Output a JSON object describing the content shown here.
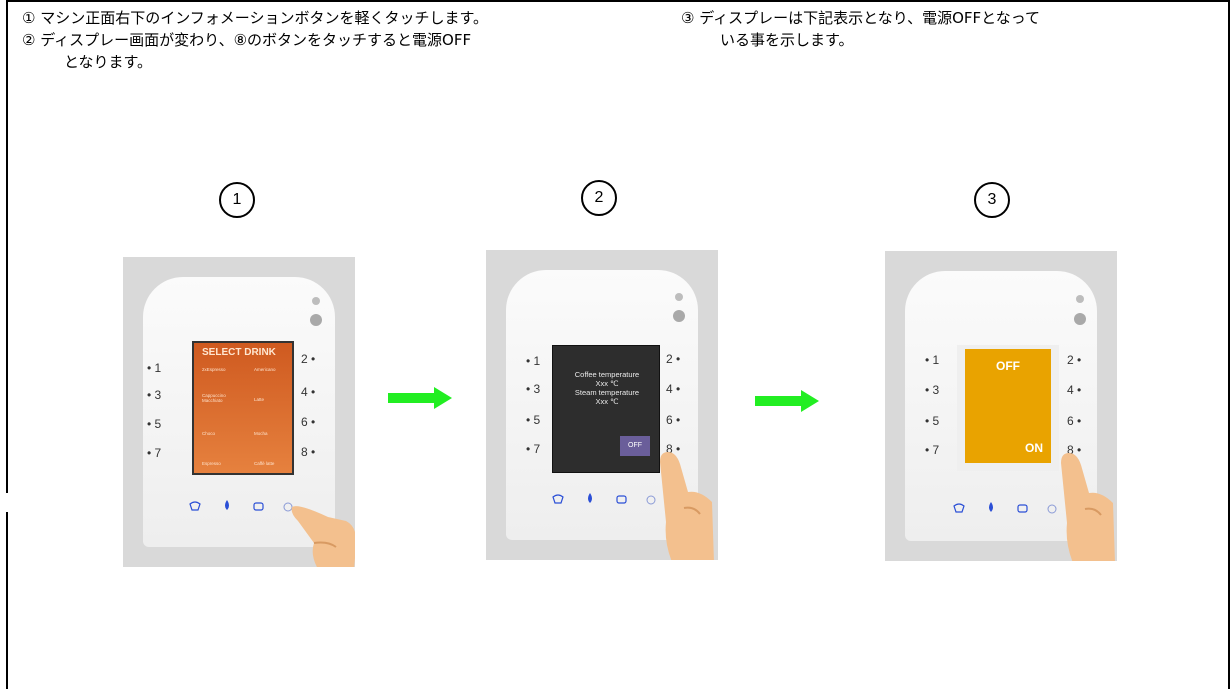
{
  "instructions": {
    "step1": "① マシン正面右下のインフォメーションボタンを軽くタッチします。",
    "step2_line1": "② ディスプレー画面が変わり、⑧のボタンをタッチすると電源OFF",
    "step2_line2": "となります。",
    "step3_line1": "③ ディスプレーは下記表示となり、電源OFFとなって",
    "step3_line2": "いる事を示します。"
  },
  "steps": [
    {
      "number": "1"
    },
    {
      "number": "2"
    },
    {
      "number": "3"
    }
  ],
  "selectors_left": [
    "• 1",
    "• 3",
    "• 5",
    "• 7"
  ],
  "selectors_right": [
    "2 •",
    "4 •",
    "6 •",
    "8 •"
  ],
  "screen1": {
    "title": "SELECT DRINK",
    "drinks": [
      "2xEspresso",
      "Americano",
      "Cappuccino Macchiato",
      "Latte",
      "Choco",
      "Mocha",
      "Espresso",
      "Caffè latte"
    ]
  },
  "screen2": {
    "line1": "Coffee temperature",
    "line2": "Xxx ℃",
    "line3": "Steam temperature",
    "line4": "Xxx ℃",
    "button": "OFF"
  },
  "screen3": {
    "top_label": "OFF",
    "bottom_label": "ON"
  },
  "colors": {
    "orange_screen": "#d8682a",
    "dark_screen": "#2d2d2d",
    "off_button": "#6a5e9a",
    "yellow_screen": "#e9a300",
    "arrow": "#22ee22"
  },
  "icons": [
    "cup-icon",
    "drop-icon",
    "clean-icon",
    "info-icon",
    "hand-pointer-icon"
  ]
}
